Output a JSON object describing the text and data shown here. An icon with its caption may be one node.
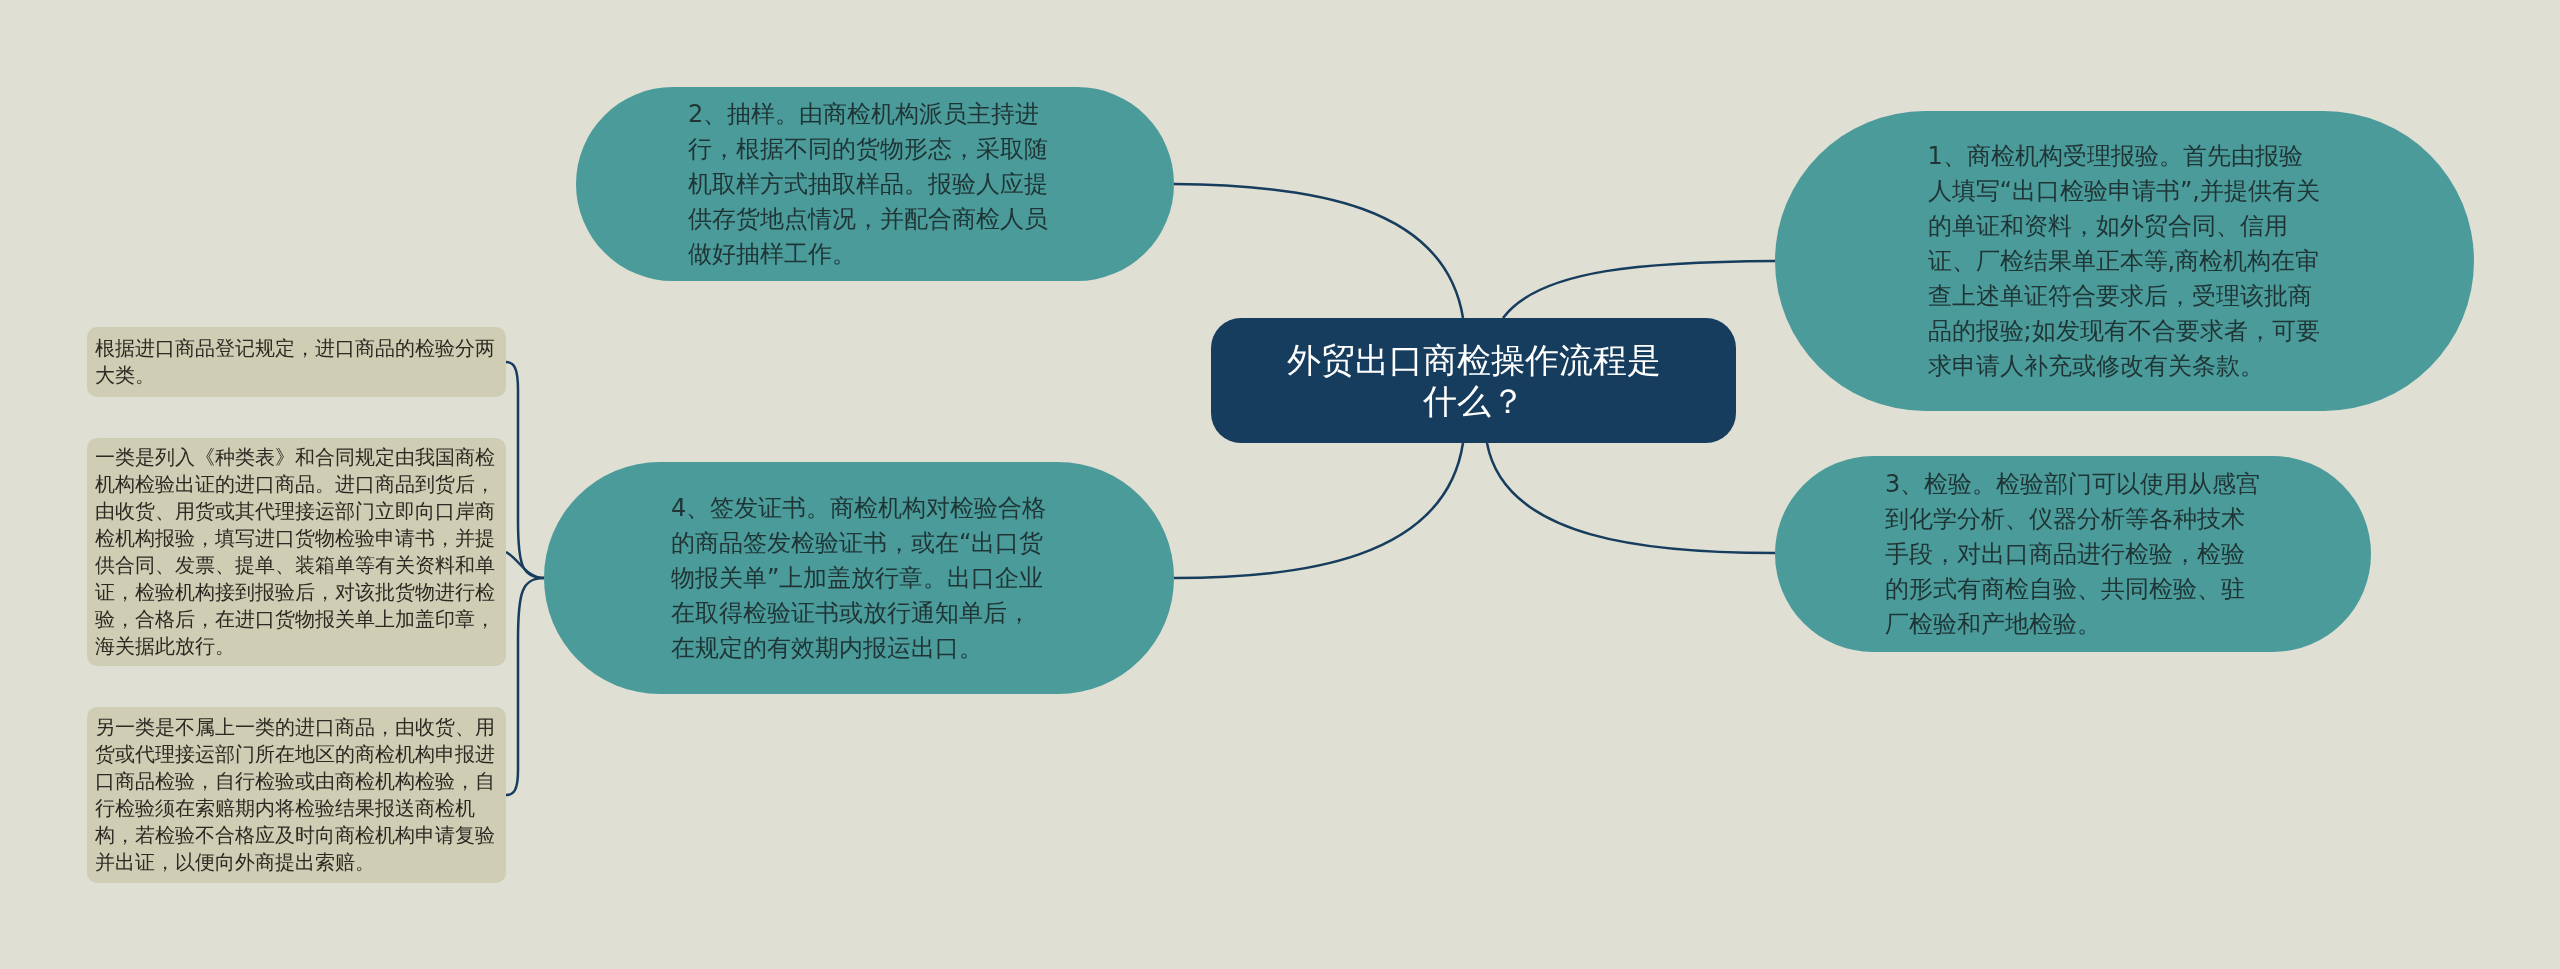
{
  "diagram": {
    "nodes": [
      {
        "text": [
          "外贸出口商检操作流程是什么？"
        ]
      },
      {
        "text": [
          "2、抽样。由商检机构派员主持进行，根据不同的货物形态，采取随机取样方式抽取样品。报验人应提供存货地点情况，并配合商检人员做好抽样工作。"
        ]
      },
      {
        "text": [
          "1、商检机构受理报验。首先由报验人填写“出口检验申请书”,并提供有关的单证和资料，如外贸合同、信用证、厂检结果单正本等,商检机构在审查上述单证符合要求后，受理该批商品的报验;如发现有不合要求者，可要求申请人补充或修改有关条款。"
        ]
      },
      {
        "text": [
          "3、检验。检验部门可以使用从感宫到化学分析、仪器分析等各种技术手段，对出口商品进行检验，检验的形式有商检自验、共同检验、驻厂检验和产地检验。"
        ]
      },
      {
        "text": [
          "4、签发证书。商检机构对检验合格的商品签发检验证书，或在“出口货物报关单”上加盖放行章。出口企业在取得检验证书或放行通知单后，在规定的有效期内报运出口。"
        ]
      },
      {
        "text": [
          "根据进口商品登记规定，进口商品的检验分两大类。"
        ]
      },
      {
        "text": [
          "一类是列入《种类表》和合同规定由我国商检机构检验出证的进口商品。进口商品到货后，由收货、用货或其代理接运部门立即向口岸商检机构报验，填写进口货物检验申请书，并提供合同、发票、提单、装箱单等有关资料和单证，检验机构接到报验后，对该批货物进行检验，合格后，在进口货物报关单上加盖印章，海关据此放行。"
        ]
      },
      {
        "text": [
          "另一类是不属上一类的进口商品，由收货、用货或代理接运部门所在地区的商检机构申报进口商品检验，自行检验或由商检机构检验，自行检验须在索赔期内将检验结果报送商检机构，若检验不合格应及时向商检机构申请复验并出证，以便向外商提出索赔。"
        ]
      }
    ],
    "edges": [
      {
        "from": 0,
        "to": 1,
        "arrow": "none"
      },
      {
        "from": 0,
        "to": 2,
        "arrow": "none"
      },
      {
        "from": 0,
        "to": 3,
        "arrow": "none"
      },
      {
        "from": 0,
        "to": 4,
        "arrow": "none"
      },
      {
        "from": 4,
        "to": 5,
        "arrow": "none"
      },
      {
        "from": 4,
        "to": 6,
        "arrow": "none"
      },
      {
        "from": 4,
        "to": 7,
        "arrow": "none"
      }
    ]
  }
}
